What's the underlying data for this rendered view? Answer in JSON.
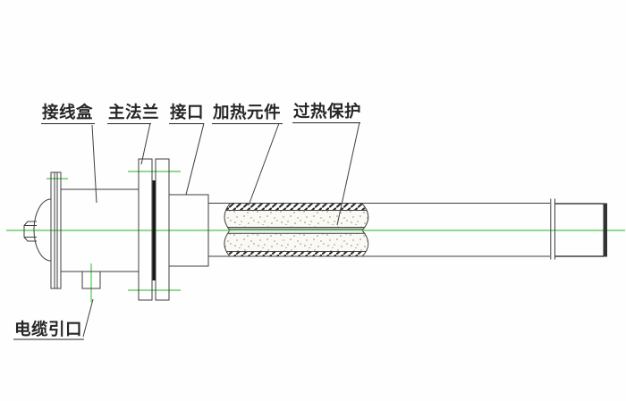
{
  "colors": {
    "line": "#3f3f3f",
    "centerline": "#4cc44c",
    "gasket": "#161616",
    "end_cap": "#333333",
    "text": "#262626",
    "hatch": "#2e2e2e",
    "stipple_dot": "#85857b",
    "stipple_bg": "#faf9f4",
    "background": "#fefefe"
  },
  "diagram": {
    "labels": {
      "junction_box": "接线盒",
      "main_flange": "主法兰",
      "port": "接口",
      "heating_element": "加热元件",
      "overheat_protection": "过热保护",
      "cable_entry": "电缆引口"
    }
  }
}
